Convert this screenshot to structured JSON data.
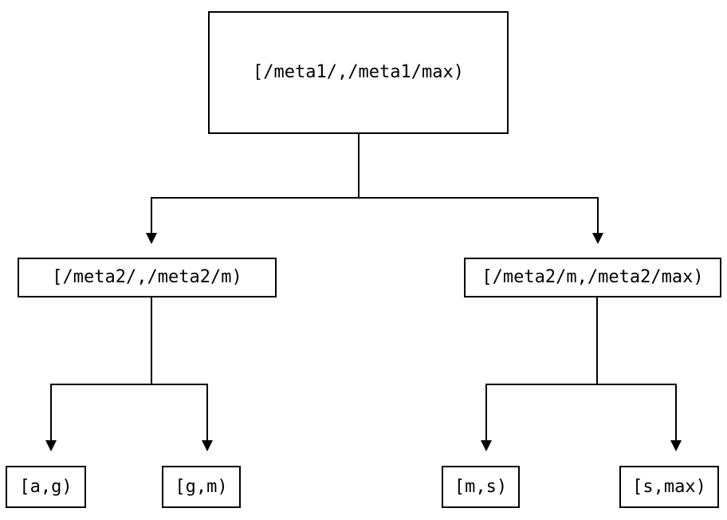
{
  "diagram": {
    "type": "tree",
    "colors": {
      "background": "#ffffff",
      "line": "#000000",
      "box_border": "#000000",
      "text": "#000000"
    },
    "nodes": {
      "root": {
        "label": "[/meta1/,/meta1/max)"
      },
      "left": {
        "label": "[/meta2/,/meta2/m)"
      },
      "right": {
        "label": "[/meta2/m,/meta2/max)"
      },
      "leaf_ag": {
        "label": "[a,g)"
      },
      "leaf_gm": {
        "label": "[g,m)"
      },
      "leaf_ms": {
        "label": "[m,s)"
      },
      "leaf_smax": {
        "label": "[s,max)"
      }
    },
    "edges": [
      {
        "from": "root",
        "to": "left",
        "arrow": "down"
      },
      {
        "from": "root",
        "to": "right",
        "arrow": "down"
      },
      {
        "from": "left",
        "to": "leaf_ag",
        "arrow": "down"
      },
      {
        "from": "left",
        "to": "leaf_gm",
        "arrow": "down"
      },
      {
        "from": "right",
        "to": "leaf_ms",
        "arrow": "down"
      },
      {
        "from": "right",
        "to": "leaf_smax",
        "arrow": "down"
      }
    ]
  }
}
